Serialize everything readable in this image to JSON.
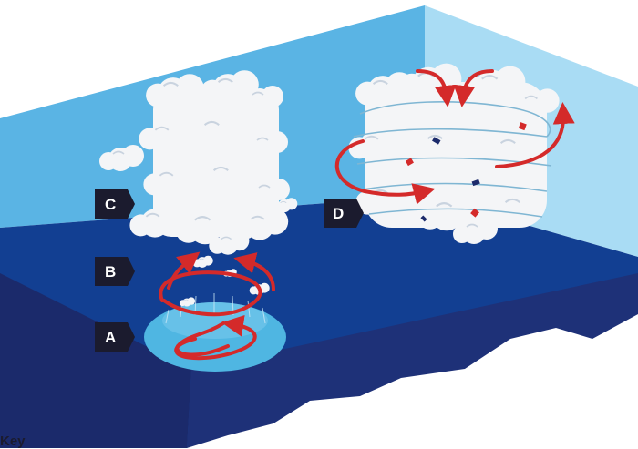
{
  "labels": {
    "a": "A",
    "b": "B",
    "c": "C",
    "d": "D"
  },
  "key_heading": "Key",
  "colors": {
    "wall_back": "#5ab4e4",
    "wall_side": "#a9dcf4",
    "ocean_top": "#123f92",
    "ocean_front": "#1b2a6b",
    "warm_pool": "#4fb6e2",
    "arrow": "#d42a2a",
    "cloud": "#f4f5f7",
    "label_box": "#1b1b2e"
  },
  "icons": {
    "arrow": "curved-arrow-icon",
    "cloud": "cloud-icon"
  }
}
